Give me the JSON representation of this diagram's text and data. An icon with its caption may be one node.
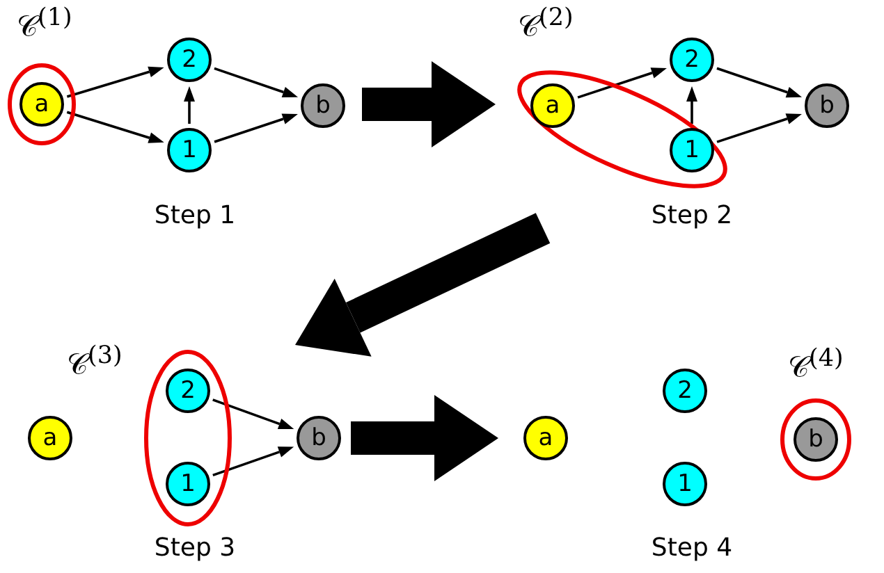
{
  "diagram": {
    "nodes": [
      {
        "text": [
          "Step 1"
        ]
      },
      {
        "text": [
          "𝒞$^{(1)}$"
        ],
        "in": 0
      },
      {
        "text": [
          "a"
        ],
        "in": 1
      },
      {
        "text": [
          "2"
        ],
        "in": 0
      },
      {
        "text": [
          "1"
        ],
        "in": 0
      },
      {
        "text": [
          "b"
        ],
        "in": 0
      },
      {
        "text": [
          "Step 2"
        ]
      },
      {
        "text": [
          "𝒞$^{(2)}$"
        ],
        "in": 6
      },
      {
        "text": [
          "a"
        ],
        "in": 7
      },
      {
        "text": [
          "2"
        ],
        "in": 6
      },
      {
        "text": [
          "1"
        ],
        "in": 7
      },
      {
        "text": [
          "b"
        ],
        "in": 6
      },
      {
        "text": [
          "Step 3"
        ]
      },
      {
        "text": [
          "a"
        ],
        "in": 12
      },
      {
        "text": [
          "𝒞$^{(3)}$"
        ],
        "in": 12
      },
      {
        "text": [
          "2"
        ],
        "in": 14
      },
      {
        "text": [
          "1"
        ],
        "in": 14
      },
      {
        "text": [
          "b"
        ],
        "in": 12
      },
      {
        "text": [
          "Step 4"
        ]
      },
      {
        "text": [
          "a"
        ],
        "in": 18
      },
      {
        "text": [
          "2"
        ],
        "in": 18
      },
      {
        "text": [
          "1"
        ],
        "in": 18
      },
      {
        "text": [
          "𝒞$^{(4)}$"
        ],
        "in": 18
      },
      {
        "text": [
          "b"
        ],
        "in": 22
      }
    ],
    "edges": [
      {
        "from": 2,
        "to": 3,
        "arrow": "to"
      },
      {
        "from": 2,
        "to": 4,
        "arrow": "to"
      },
      {
        "from": 4,
        "to": 3,
        "arrow": "to"
      },
      {
        "from": 3,
        "to": 5,
        "arrow": "to"
      },
      {
        "from": 4,
        "to": 5,
        "arrow": "to"
      },
      {
        "from": 8,
        "to": 9,
        "arrow": "to"
      },
      {
        "from": 10,
        "to": 9,
        "arrow": "to"
      },
      {
        "from": 9,
        "to": 11,
        "arrow": "to"
      },
      {
        "from": 10,
        "to": 11,
        "arrow": "to"
      },
      {
        "from": 15,
        "to": 17,
        "arrow": "to"
      },
      {
        "from": 16,
        "to": 17,
        "arrow": "to"
      },
      {
        "from": 0,
        "to": 6,
        "arrow": "to",
        "style": "thick"
      },
      {
        "from": 6,
        "to": 12,
        "arrow": "to",
        "style": "thick"
      },
      {
        "from": 12,
        "to": 18,
        "arrow": "to",
        "style": "thick"
      }
    ]
  }
}
